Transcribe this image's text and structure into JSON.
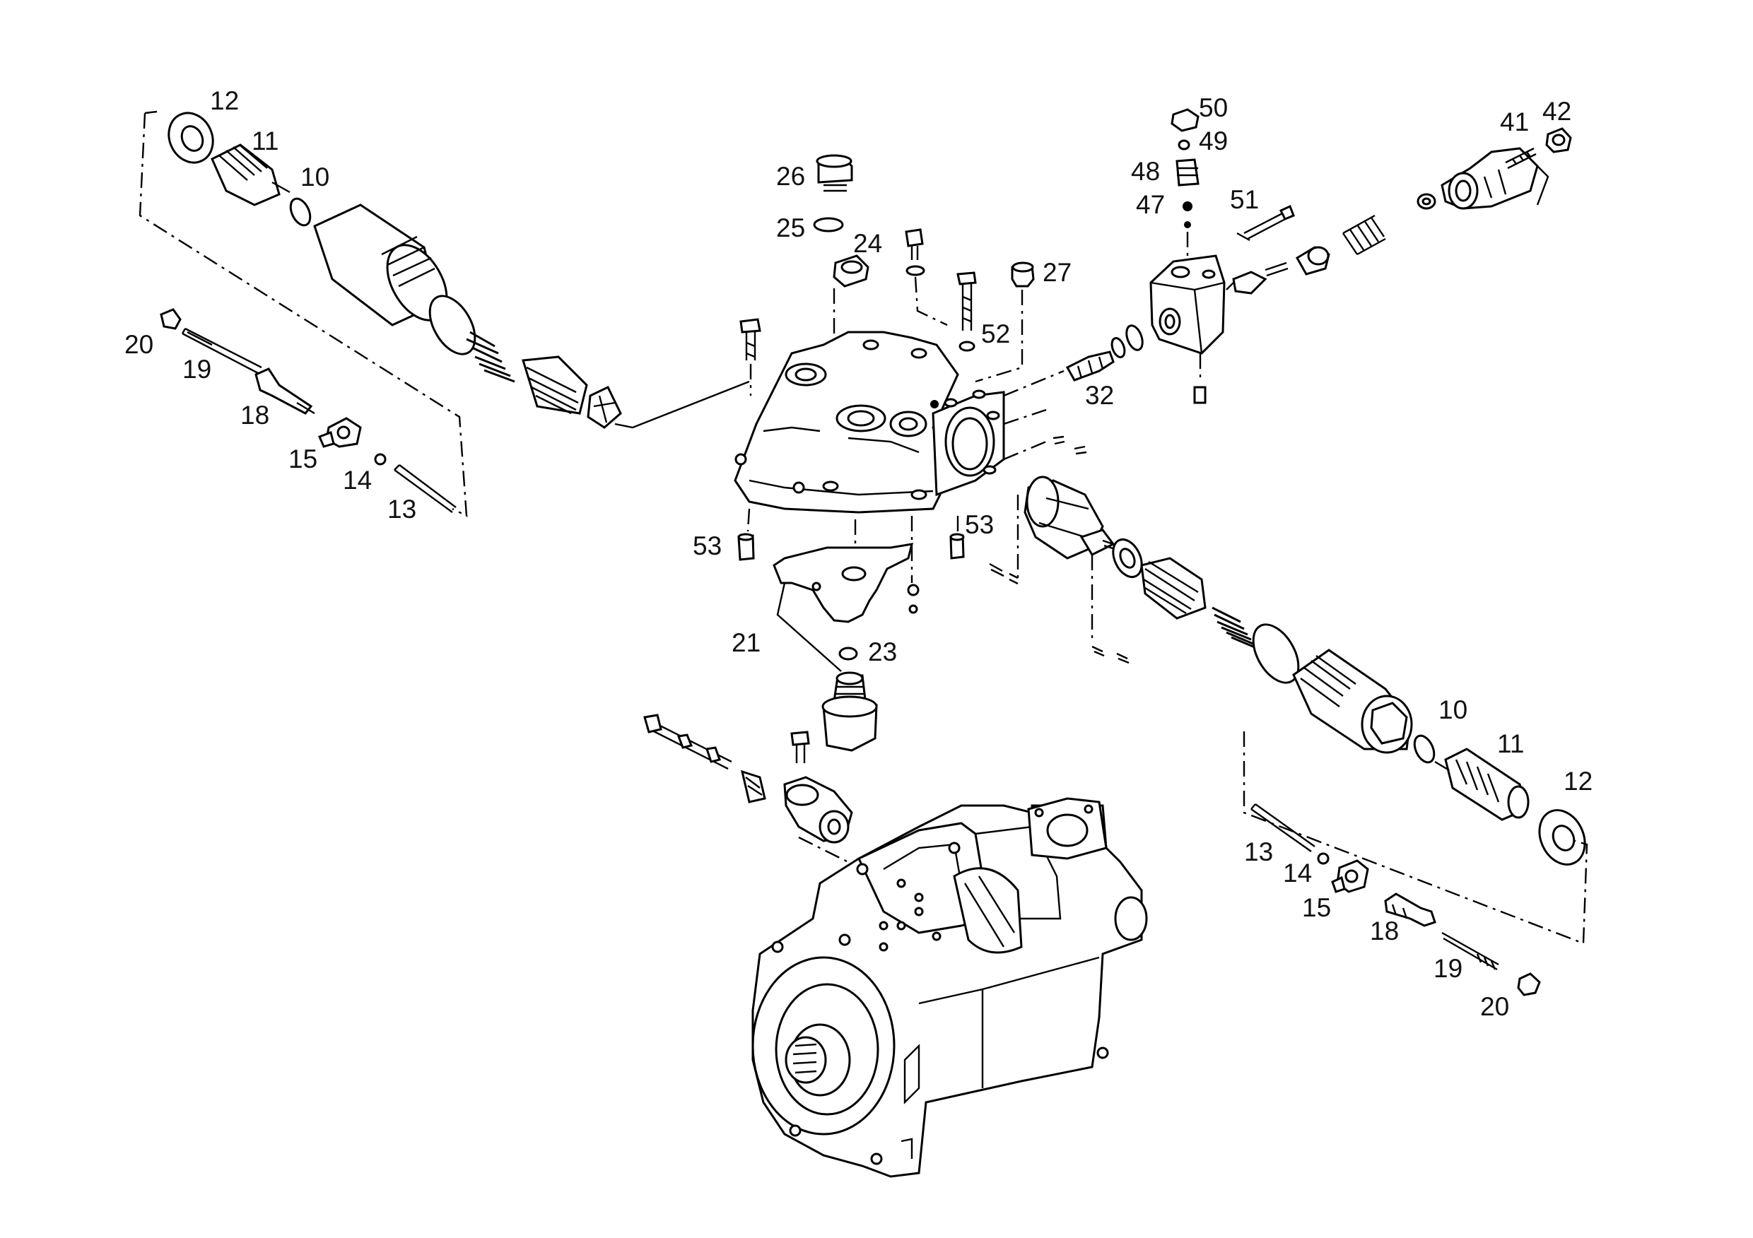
{
  "diagram": {
    "type": "exploded parts diagram",
    "colors": {
      "ink": "#000000",
      "paper": "#ffffff"
    },
    "callouts": [
      {
        "id": "l12a",
        "text": "12"
      },
      {
        "id": "l11a",
        "text": "11"
      },
      {
        "id": "l10a",
        "text": "10"
      },
      {
        "id": "l20a",
        "text": "20"
      },
      {
        "id": "l19a",
        "text": "19"
      },
      {
        "id": "l18a",
        "text": "18"
      },
      {
        "id": "l15a",
        "text": "15"
      },
      {
        "id": "l14a",
        "text": "14"
      },
      {
        "id": "l13a",
        "text": "13"
      },
      {
        "id": "l26",
        "text": "26"
      },
      {
        "id": "l25",
        "text": "25"
      },
      {
        "id": "l24",
        "text": "24"
      },
      {
        "id": "l27",
        "text": "27"
      },
      {
        "id": "l52",
        "text": "52"
      },
      {
        "id": "l53a",
        "text": "53"
      },
      {
        "id": "l53b",
        "text": "53"
      },
      {
        "id": "l21",
        "text": "21"
      },
      {
        "id": "l23",
        "text": "23"
      },
      {
        "id": "l50",
        "text": "50"
      },
      {
        "id": "l49",
        "text": "49"
      },
      {
        "id": "l48",
        "text": "48"
      },
      {
        "id": "l47",
        "text": "47"
      },
      {
        "id": "l51",
        "text": "51"
      },
      {
        "id": "l41",
        "text": "41"
      },
      {
        "id": "l42",
        "text": "42"
      },
      {
        "id": "l32",
        "text": "32"
      },
      {
        "id": "l10b",
        "text": "10"
      },
      {
        "id": "l11b",
        "text": "11"
      },
      {
        "id": "l12b",
        "text": "12"
      },
      {
        "id": "l13b",
        "text": "13"
      },
      {
        "id": "l14b",
        "text": "14"
      },
      {
        "id": "l15b",
        "text": "15"
      },
      {
        "id": "l18b",
        "text": "18"
      },
      {
        "id": "l19b",
        "text": "19"
      },
      {
        "id": "l20b",
        "text": "20"
      }
    ]
  }
}
